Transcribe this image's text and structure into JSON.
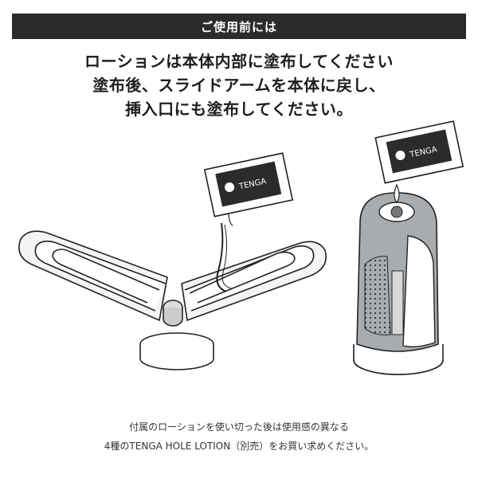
{
  "header": {
    "title": "ご使用前には"
  },
  "instructions": {
    "lines": [
      "ローションは本体内部に塗布してください",
      "塗布後、スライドアームを本体に戻し、",
      "挿入口にも塗布してください。"
    ]
  },
  "illustration": {
    "packet_left_text": "TENGA",
    "packet_right_text": "TENGA"
  },
  "footer": {
    "lines": [
      "付属のローションを使い切った後は使用感の異なる",
      "4種のTENGA HOLE LOTION（別売）をお買い求めください。"
    ]
  },
  "colors": {
    "header_bg": "#2b2b2b",
    "device_gray": "#a9acaf",
    "outline": "#222222"
  }
}
